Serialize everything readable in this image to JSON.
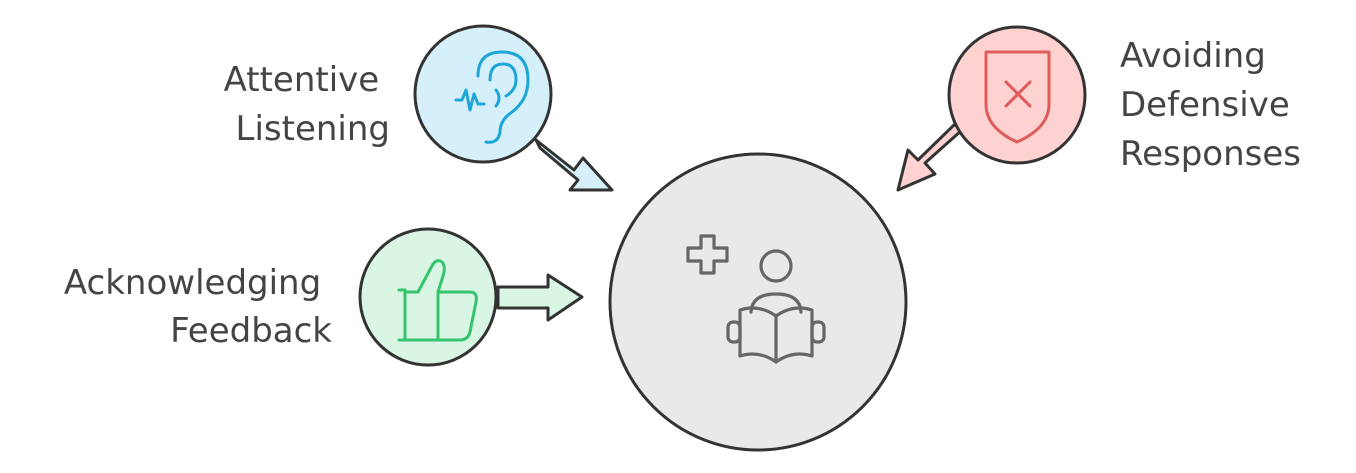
{
  "nodes": {
    "attentive_listening": {
      "lines": [
        "Attentive",
        "Listening"
      ],
      "icon": "ear-icon",
      "fill": "#d5f0fb",
      "accent": "#1fa6d8"
    },
    "acknowledging_feedback": {
      "lines": [
        "Acknowledging",
        "Feedback"
      ],
      "icon": "thumbs-up-icon",
      "fill": "#d9f5e4",
      "accent": "#35c46e"
    },
    "avoiding_defensive_responses": {
      "lines": [
        "Avoiding",
        "Defensive",
        "Responses"
      ],
      "icon": "shield-x-icon",
      "fill": "#ffd2d2",
      "accent": "#e05b5b"
    },
    "center": {
      "icon": "person-reading-plus-icon",
      "fill": "#e9e9e9"
    }
  },
  "colors": {
    "stroke": "#333333",
    "text": "#444444",
    "icon_gray": "#666666"
  }
}
